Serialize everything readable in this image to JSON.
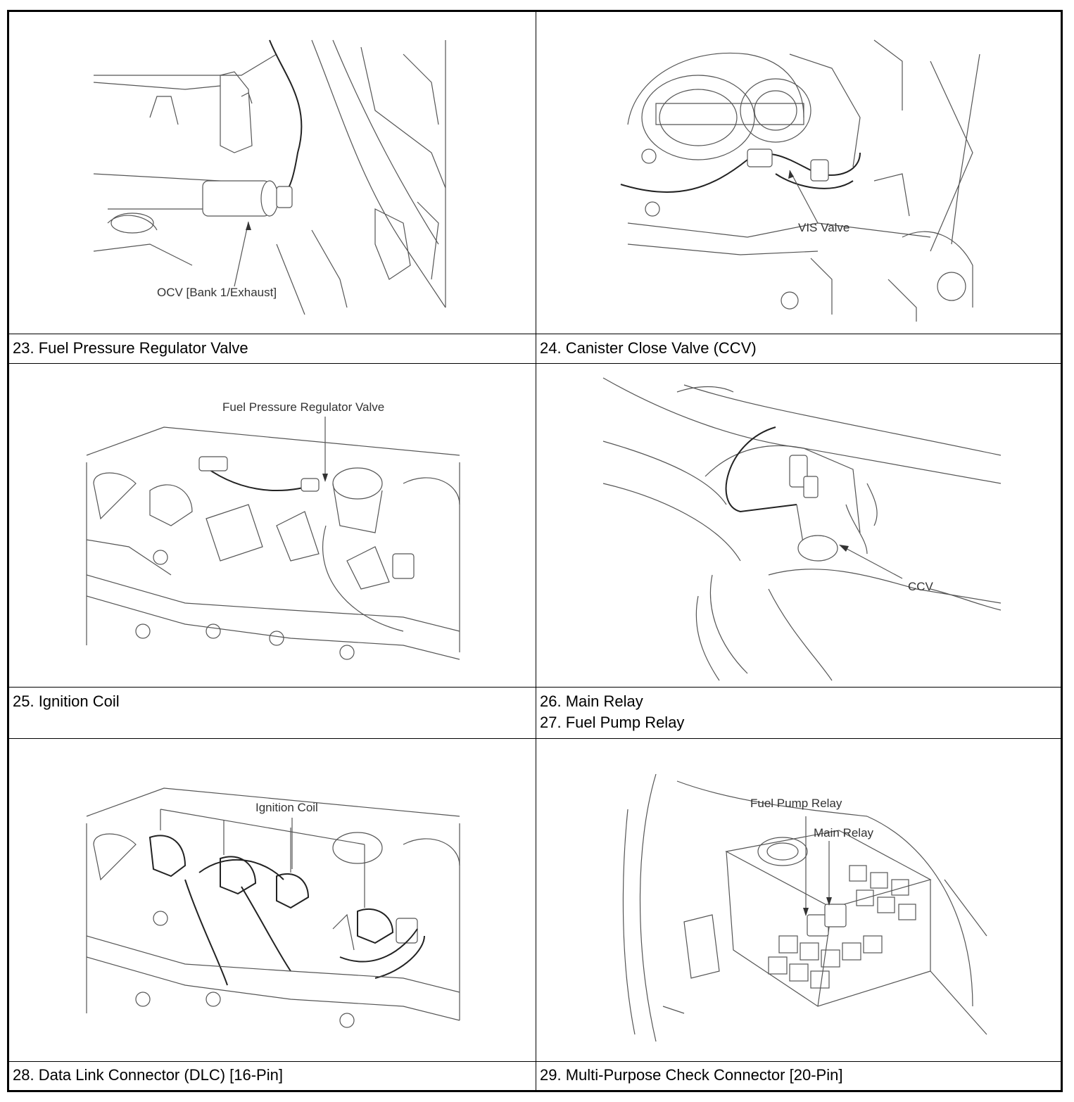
{
  "figures": [
    {
      "callouts": [
        "OCV [Bank 1/Exhaust]"
      ]
    },
    {
      "callouts": [
        "VIS Valve"
      ]
    },
    {
      "callouts": [
        "Fuel Pressure Regulator Valve"
      ]
    },
    {
      "callouts": [
        "CCV"
      ]
    },
    {
      "callouts": [
        "Ignition Coil"
      ]
    },
    {
      "callouts": [
        "Fuel Pump Relay",
        "Main Relay"
      ]
    }
  ],
  "captions": {
    "row1_left": "23. Fuel Pressure Regulator Valve",
    "row1_right": "24. Canister Close Valve (CCV)",
    "row2_left": "25. Ignition Coil",
    "row2_right_a": "26. Main Relay",
    "row2_right_b": "27. Fuel Pump Relay",
    "row3_left": "28. Data Link Connector (DLC) [16-Pin]",
    "row3_right": "29. Multi-Purpose Check Connector [20-Pin]"
  }
}
